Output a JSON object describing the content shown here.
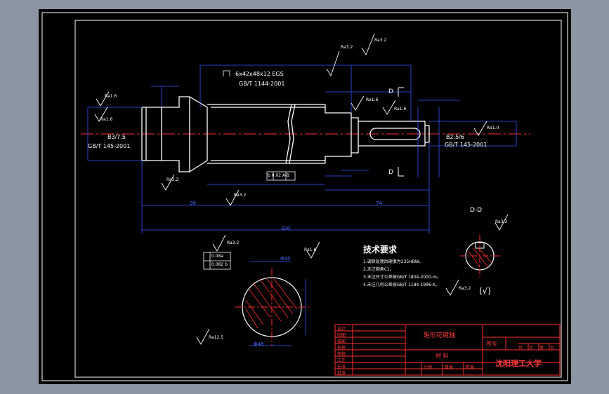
{
  "drawing": {
    "spline_spec": "6x42x48x12 EGS",
    "spline_std": "GB/T 1144-2001",
    "center_hole_left": "B3/7.5",
    "center_hole_left_std": "GB/T 145-2001",
    "center_hole_right": "B2.5/6",
    "center_hole_right_std": "GB/T 145-2001",
    "roughness": {
      "ra32a": "Ra3.2",
      "ra32b": "Ra3.2",
      "ra16a": "Ra1.6",
      "ra16b": "Ra1.6",
      "ra16c": "Ra1.6",
      "ra16d": "Ra1.6",
      "ra08": "Ra1.0",
      "ra32c": "Ra3.2",
      "ra32d": "Ra3.2",
      "ra32e": "Ra3.2",
      "ra32f": "Ra3.2",
      "ra125": "Ra12.5",
      "ra16e": "Ra1.6",
      "ra32g": "Ra3.2"
    },
    "section_label": "D",
    "section_title": "D-D",
    "tol_frame": "b 0.02 A-B",
    "tol_row1": "0.08a",
    "tol_row2": "0.082 b",
    "paren_check": "(√)",
    "dims": {
      "overall": "320",
      "seg1": "74",
      "seg2": "30",
      "d_left": "Φ35",
      "d_body": "Φ48"
    }
  },
  "tech_req": {
    "title": "技术要求",
    "lines": [
      "1.调质处理后硬度为235HBW。",
      "2.未注倒角C1。",
      "3.未注尺寸公差按GB/T 1804-2000-m。",
      "4.未注几何公差按GB/T 1184-1996-K。"
    ]
  },
  "title_block": {
    "part_name": "矩形花键轴",
    "material_label": "材 料",
    "seq_label": "序号",
    "school": "沈阳理工大学",
    "rows": [
      "设计",
      "制图",
      "描图",
      "校核",
      "审核",
      "工艺",
      "标准",
      "批准"
    ],
    "small_cells": [
      "共",
      "页",
      "第",
      "页"
    ],
    "ratio_label": "比例",
    "weight_label": "重量",
    "qty_label": "数量"
  }
}
